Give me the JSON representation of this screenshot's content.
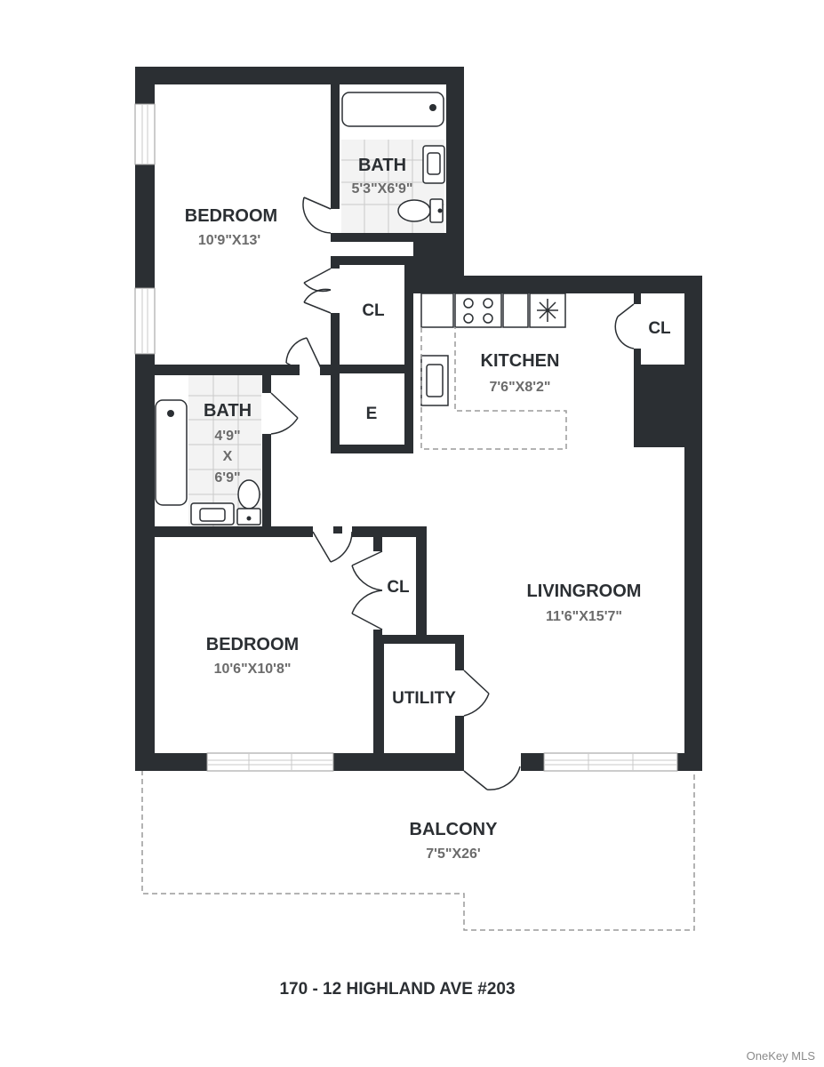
{
  "rooms": {
    "bedroom_top": {
      "name": "BEDROOM",
      "dim": "10'9\"X13'"
    },
    "bath_top": {
      "name": "BATH",
      "dim": "5'3\"X6'9\""
    },
    "closet_top": {
      "name": "CL"
    },
    "kitchen": {
      "name": "KITCHEN",
      "dim": "7'6\"X8'2\""
    },
    "closet_kitchen": {
      "name": "CL"
    },
    "elevator": {
      "name": "E"
    },
    "bath_left": {
      "name": "BATH",
      "dim_line1": "4'9\"",
      "dim_x": "X",
      "dim_line2": "6'9\""
    },
    "bedroom_bottom": {
      "name": "BEDROOM",
      "dim": "10'6\"X10'8\""
    },
    "closet_bottom": {
      "name": "CL"
    },
    "utility": {
      "name": "UTILITY"
    },
    "livingroom": {
      "name": "LIVINGROOM",
      "dim": "11'6\"X15'7\""
    },
    "balcony": {
      "name": "BALCONY",
      "dim": "7'5\"X26'"
    }
  },
  "address": "170 - 12 HIGHLAND AVE #203",
  "watermark": "OneKey MLS",
  "colors": {
    "wall": "#2b2f33",
    "dimension_text": "#6b6b6b",
    "balcony_outline": "#9a9a9a"
  }
}
